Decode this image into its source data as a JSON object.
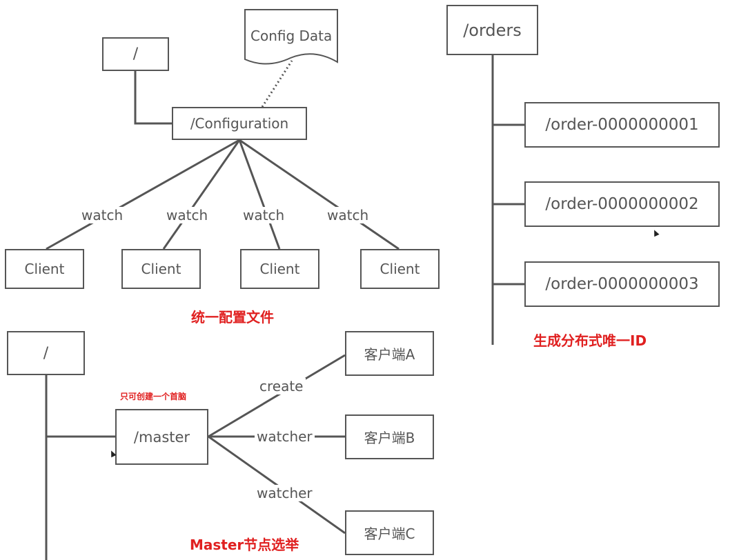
{
  "config": {
    "root": "/",
    "config_data": "Config Data",
    "configuration": "/Configuration",
    "watch_labels": [
      "watch",
      "watch",
      "watch",
      "watch"
    ],
    "clients": [
      "Client",
      "Client",
      "Client",
      "Client"
    ],
    "caption": "统一配置文件"
  },
  "orders": {
    "root": "/orders",
    "children": [
      "/order-0000000001",
      "/order-0000000002",
      "/order-0000000003"
    ],
    "caption": "生成分布式唯一ID"
  },
  "master": {
    "root": "/",
    "node": "/master",
    "note": "只可创建一个首脑",
    "edge_labels": [
      "create",
      "watcher",
      "watcher"
    ],
    "clients": [
      "客户端A",
      "客户端B",
      "客户端C"
    ],
    "caption": "Master节点选举"
  },
  "colors": {
    "line": "#555555",
    "caption": "#e02020"
  }
}
